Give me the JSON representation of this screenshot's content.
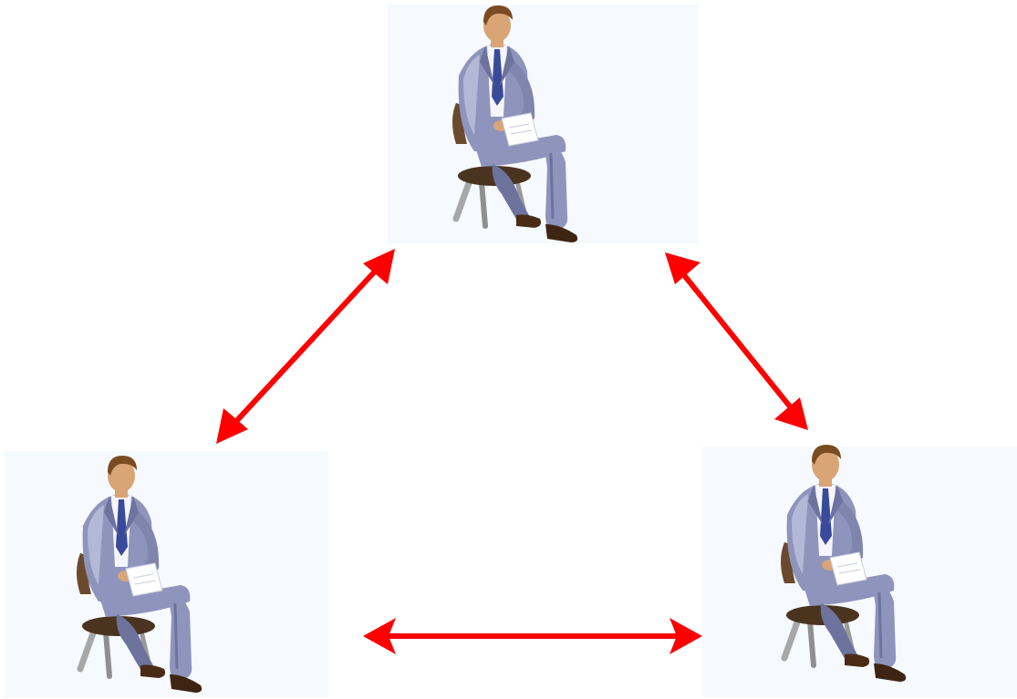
{
  "colors": {
    "background": "#ffffff",
    "panel": "#f6f9fd",
    "arrow": "#ff0000",
    "suit": "#8e94bc",
    "suit_shadow": "#6d739d",
    "suit_highlight": "#b3b8d6",
    "skin": "#d9a577",
    "hair": "#7a4a22",
    "shirt": "#f4f6fb",
    "tie": "#3a4a9a",
    "chair_seat": "#4a3420",
    "chair_leg": "#a7a7a7",
    "shoe": "#4a2c16",
    "paper": "#ffffff"
  },
  "figures": [
    {
      "id": "top",
      "icon": "seated-businessman-icon"
    },
    {
      "id": "bottom-left",
      "icon": "seated-businessman-icon"
    },
    {
      "id": "bottom-right",
      "icon": "seated-businessman-icon"
    }
  ],
  "connections": [
    {
      "from": "top",
      "to": "bottom-left",
      "direction": "bidirectional"
    },
    {
      "from": "top",
      "to": "bottom-right",
      "direction": "bidirectional"
    },
    {
      "from": "bottom-left",
      "to": "bottom-right",
      "direction": "bidirectional"
    }
  ]
}
